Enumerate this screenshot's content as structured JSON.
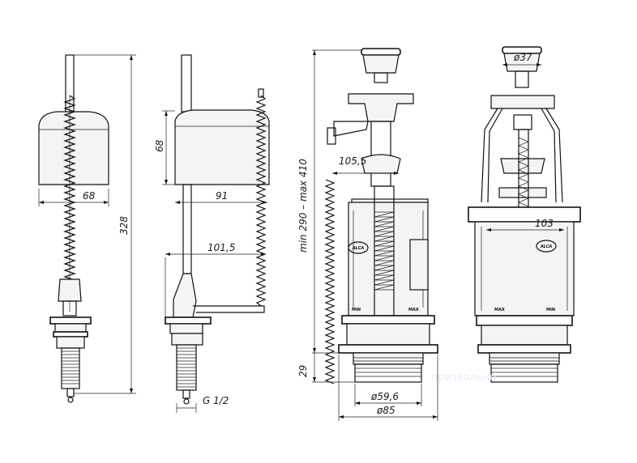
{
  "dimensions": {
    "float_width": "68",
    "total_height": "328",
    "float_height": "68",
    "arm_length": "91",
    "lower_arm": "101,5",
    "thread": "G 1/2",
    "flush_width": "105,5",
    "flush_range": "min 290 – max 410",
    "base_height": "29",
    "inner_diameter": "ø59,6",
    "outer_diameter": "ø85",
    "button_diameter": "ø37",
    "tank_width": "103"
  },
  "markings": {
    "min": "MIN",
    "max": "MAX",
    "brand": "ALCA"
  },
  "watermark": "призвольно"
}
